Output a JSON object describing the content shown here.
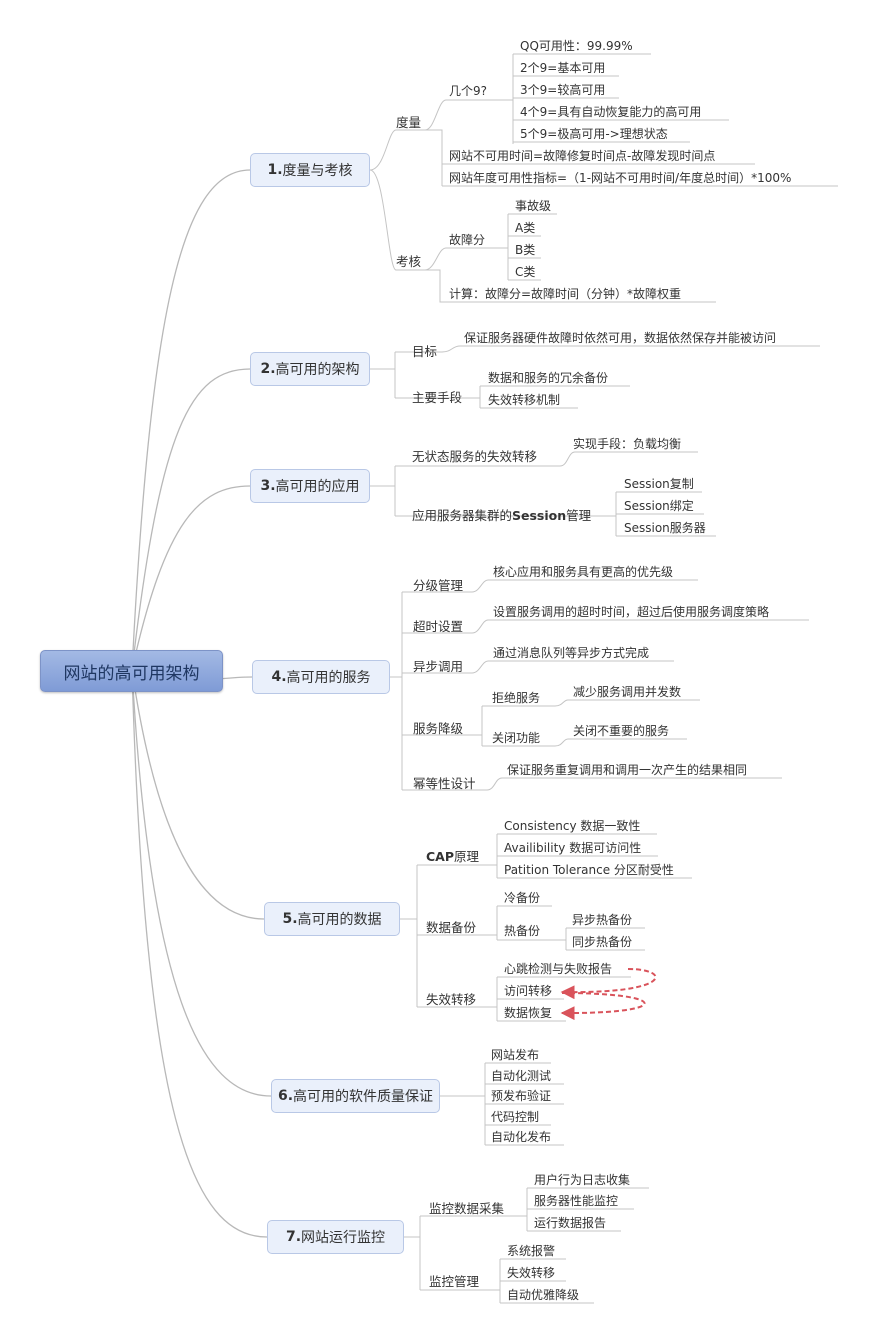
{
  "root": "网站的高可用架构",
  "branches": [
    {
      "num": "1.",
      "title": "度量与考核",
      "nodes": {
        "measure": "度量",
        "how_many_nines": "几个9?",
        "nines": [
          "QQ可用性：99.99%",
          "2个9=基本可用",
          "3个9=较高可用",
          "4个9=具有自动恢复能力的高可用",
          "5个9=极高可用->理想状态"
        ],
        "downtime": "网站不可用时间=故障修复时间点-故障发现时间点",
        "annual": "网站年度可用性指标=（1-网站不可用时间/年度总时间）*100%",
        "assess": "考核",
        "fault_score": "故障分",
        "levels": [
          "事故级",
          "A类",
          "B类",
          "C类"
        ],
        "calc": "计算：故障分=故障时间（分钟）*故障权重"
      }
    },
    {
      "num": "2.",
      "title": "高可用的架构",
      "nodes": {
        "goal": "目标",
        "goal_text": "保证服务器硬件故障时依然可用，数据依然保存并能被访问",
        "means": "主要手段",
        "means_items": [
          "数据和服务的冗余备份",
          "失效转移机制"
        ]
      }
    },
    {
      "num": "3.",
      "title": "高可用的应用",
      "nodes": {
        "stateless": "无状态服务的失效转移",
        "stateless_impl": "实现手段：负载均衡",
        "session_pre": "应用服务器集群的",
        "session_bold": "Session",
        "session_post": "管理",
        "session_items": [
          "Session复制",
          "Session绑定",
          "Session服务器"
        ]
      }
    },
    {
      "num": "4.",
      "title": "高可用的服务",
      "nodes": {
        "tiered": "分级管理",
        "tiered_text": "核心应用和服务具有更高的优先级",
        "timeout": "超时设置",
        "timeout_text": "设置服务调用的超时时间，超过后使用服务调度策略",
        "async": "异步调用",
        "async_text": "通过消息队列等异步方式完成",
        "degrade": "服务降级",
        "reject": "拒绝服务",
        "reject_text": "减少服务调用并发数",
        "shutdown": "关闭功能",
        "shutdown_text": "关闭不重要的服务",
        "idempotent": "幂等性设计",
        "idempotent_text": "保证服务重复调用和调用一次产生的结果相同"
      }
    },
    {
      "num": "5.",
      "title": "高可用的数据",
      "nodes": {
        "cap_bold": "CAP",
        "cap_post": "原理",
        "cap_items": [
          "Consistency 数据一致性",
          "Availibility 数据可访问性",
          "Patition Tolerance 分区耐受性"
        ],
        "backup": "数据备份",
        "cold": "冷备份",
        "hot": "热备份",
        "hot_items": [
          "异步热备份",
          "同步热备份"
        ],
        "failover": "失效转移",
        "failover_items": [
          "心跳检测与失败报告",
          "访问转移",
          "数据恢复"
        ]
      }
    },
    {
      "num": "6.",
      "title": "高可用的软件质量保证",
      "nodes": {
        "items": [
          "网站发布",
          "自动化测试",
          "预发布验证",
          "代码控制",
          "自动化发布"
        ]
      }
    },
    {
      "num": "7.",
      "title": "网站运行监控",
      "nodes": {
        "collect": "监控数据采集",
        "collect_items": [
          "用户行为日志收集",
          "服务器性能监控",
          "运行数据报告"
        ],
        "manage": "监控管理",
        "manage_items": [
          "系统报警",
          "失效转移",
          "自动优雅降级"
        ]
      }
    }
  ],
  "colors": {
    "line": "#b8b8b8",
    "root_fill": "#8eaadf",
    "node_fill": "#eaf0fb",
    "arrow": "#d9535b"
  }
}
